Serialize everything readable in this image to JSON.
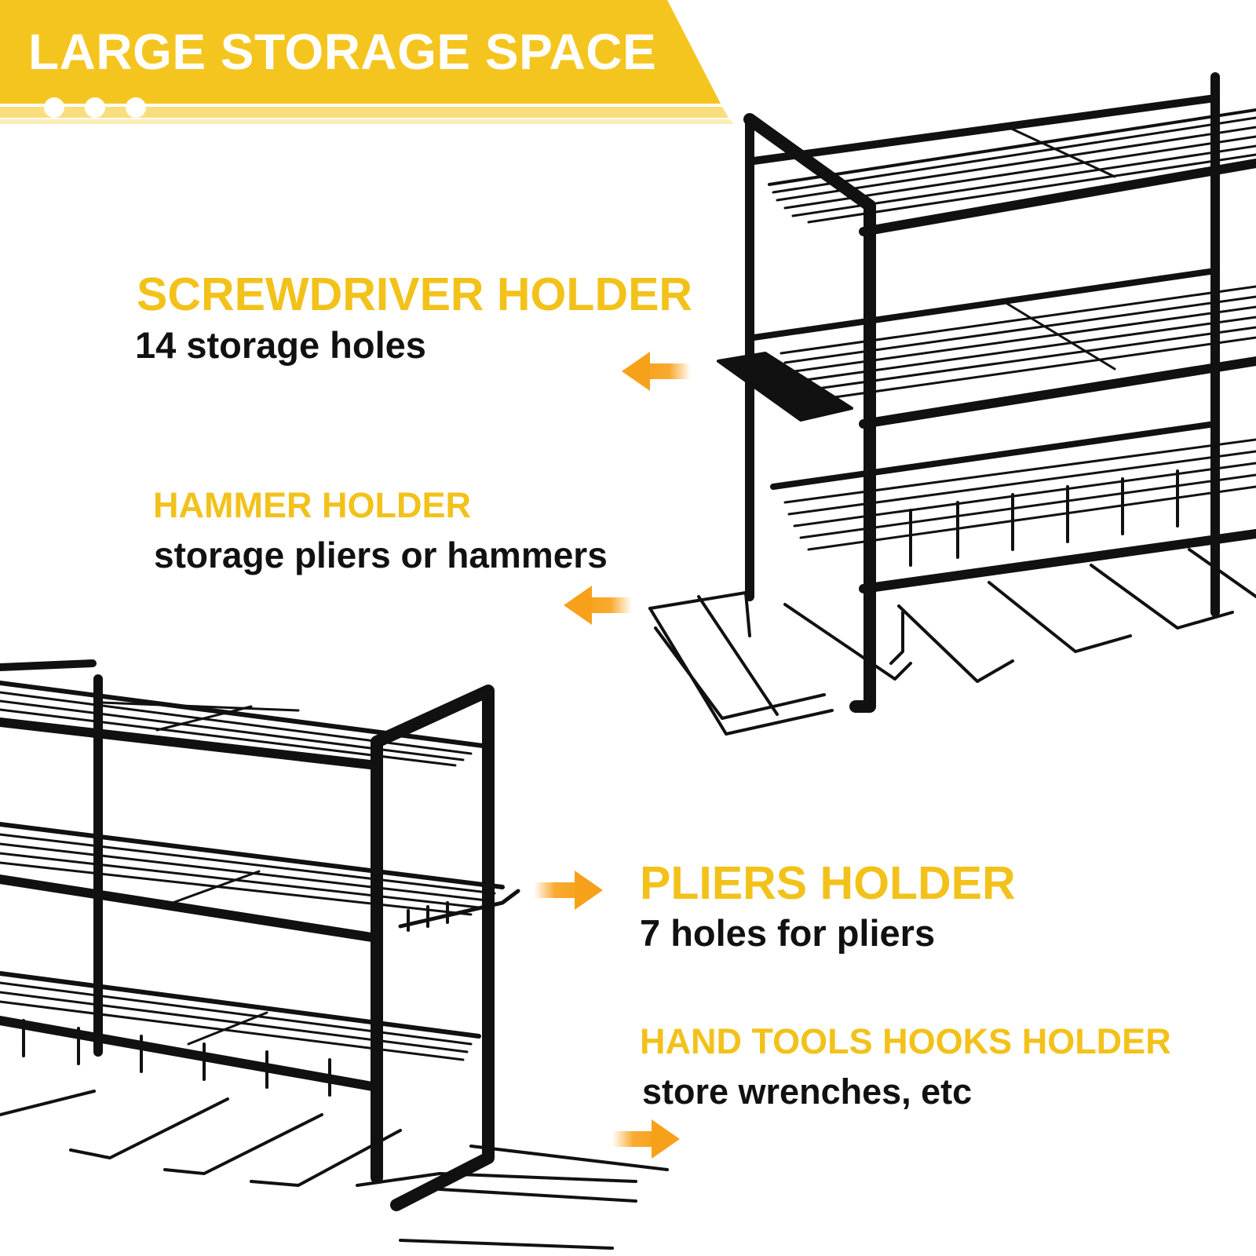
{
  "colors": {
    "banner": "#F5C51F",
    "banner_stripe": "#F8D65E",
    "heading": "#F2C21B",
    "body_text": "#111111",
    "arrow": "#F7A11A",
    "rack": "#111111"
  },
  "banner": {
    "title": "LARGE STORAGE SPACE",
    "dot_count": 3
  },
  "features": [
    {
      "title": "SCREWDRIVER HOLDER",
      "subtitle": "14 storage holes",
      "arrow_direction": "left"
    },
    {
      "title": "HAMMER HOLDER",
      "subtitle": "storage pliers or hammers",
      "arrow_direction": "left"
    },
    {
      "title": "PLIERS HOLDER",
      "subtitle": "7 holes for pliers",
      "arrow_direction": "right"
    },
    {
      "title": "HAND TOOLS HOOKS HOLDER",
      "subtitle": "store wrenches, etc",
      "arrow_direction": "right"
    }
  ],
  "images": [
    {
      "name": "black-wire-tool-rack",
      "view": "front-left angle"
    },
    {
      "name": "black-wire-tool-rack",
      "view": "front-right angle"
    }
  ]
}
